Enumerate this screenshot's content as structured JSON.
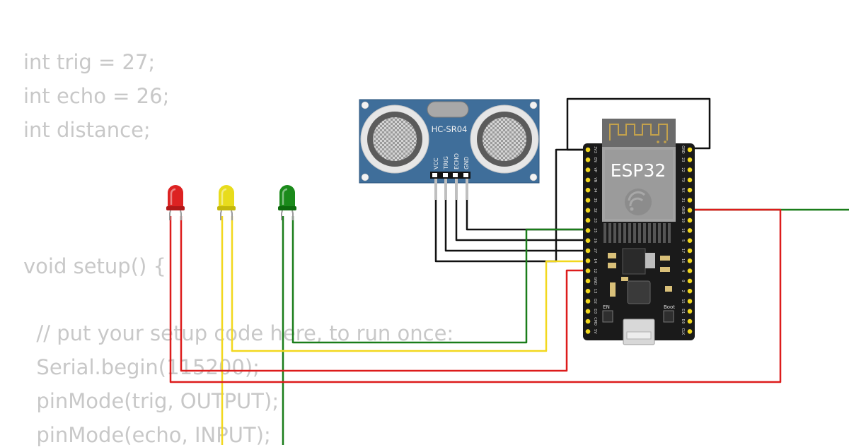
{
  "code_lines": [
    "int trig = 27;",
    "int echo = 26;",
    "int distance;",
    "void setup() {",
    "  // put your setup code here, to run once:",
    "  Serial.begin(115200);",
    "  pinMode(trig, OUTPUT);",
    "  pinMode(echo, INPUT);"
  ],
  "sensor": {
    "label": "HC-SR04",
    "pins": [
      "VCC",
      "TRIG",
      "ECHO",
      "GND"
    ]
  },
  "board": {
    "label": "ESP32",
    "left_pins": [
      "3V3",
      "EN",
      "VP",
      "VN",
      "34",
      "35",
      "32",
      "33",
      "25",
      "26",
      "27",
      "14",
      "12",
      "GND",
      "13",
      "D2",
      "D3",
      "CMD",
      "5V"
    ],
    "right_pins": [
      "GND",
      "23",
      "22",
      "TX",
      "RX",
      "21",
      "GND",
      "19",
      "18",
      "5",
      "17",
      "16",
      "4",
      "0",
      "2",
      "15",
      "D1",
      "D0",
      "CLK"
    ],
    "en_label": "EN",
    "boot_label": "Boot"
  },
  "leds": [
    {
      "color": "red",
      "body": "#dd2222",
      "dark": "#b01818"
    },
    {
      "color": "yellow",
      "body": "#e8dc1c",
      "dark": "#c4b80c"
    },
    {
      "color": "green",
      "body": "#1a8a1a",
      "dark": "#0d6b0d"
    }
  ],
  "wire_colors": {
    "black": "#111111",
    "green": "#1a7d1a",
    "yellow": "#f2d81e",
    "red": "#dd1c1c"
  }
}
